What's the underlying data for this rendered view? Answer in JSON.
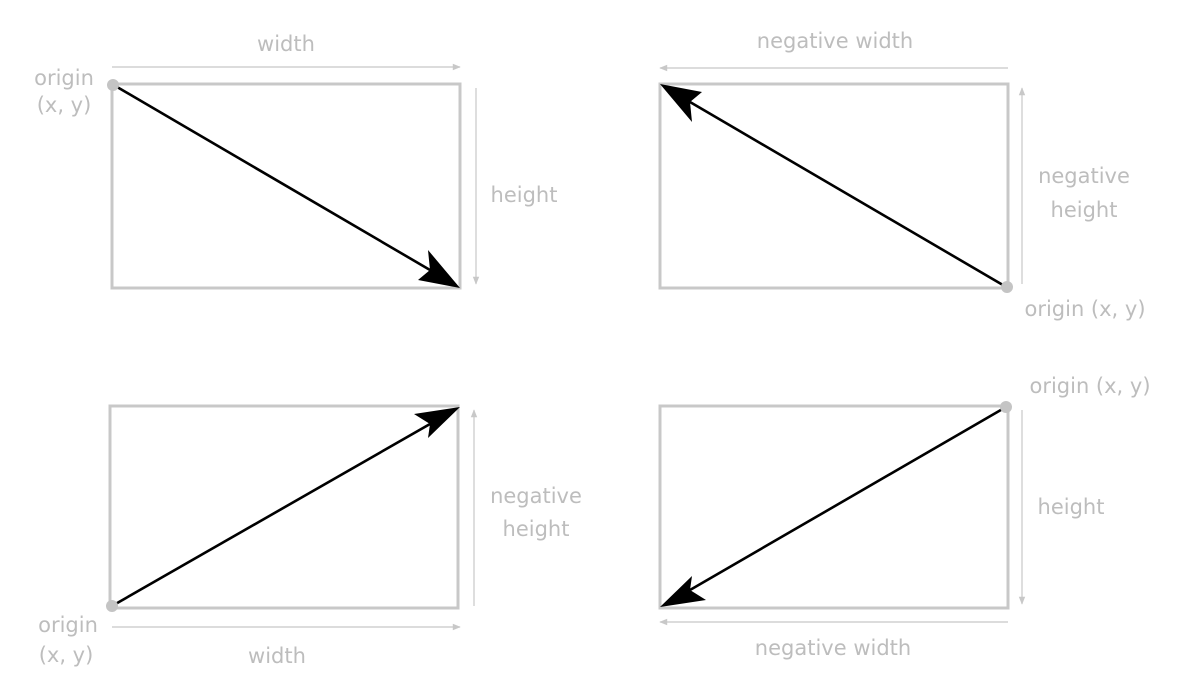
{
  "panels": {
    "top_left": {
      "width_label": "width",
      "height_label": "height",
      "origin_label": [
        "origin",
        "(x, y)"
      ]
    },
    "top_right": {
      "width_label": "negative width",
      "height_label": [
        "negative",
        "height"
      ],
      "origin_label": "origin (x, y)"
    },
    "bottom_left": {
      "width_label": "width",
      "height_label": [
        "negative",
        "height"
      ],
      "origin_label": [
        "origin",
        "(x, y)"
      ]
    },
    "bottom_right": {
      "width_label": "negative width",
      "height_label": "height",
      "origin_label": "origin (x, y)"
    }
  },
  "colors": {
    "outline": "#c8c8c8",
    "label": "#bdbdbd",
    "vector": "#000000"
  }
}
